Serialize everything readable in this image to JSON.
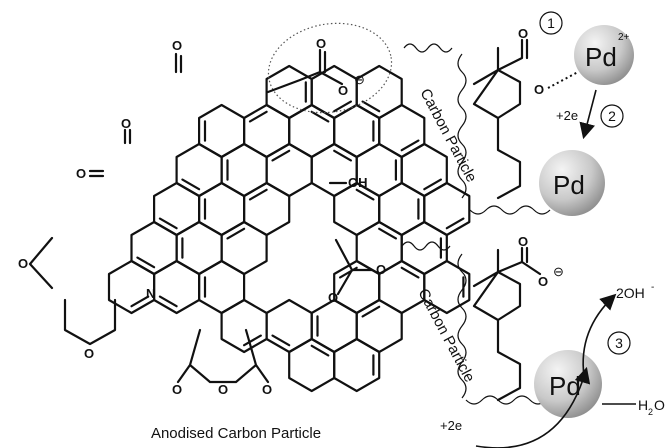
{
  "left_molecule": {
    "caption": "Anodised Carbon Particle",
    "atoms": {
      "o_ketone": "O",
      "oh": "OH",
      "n": "N",
      "o_ring": "O",
      "o_epoxide": "O",
      "o_minus": "O",
      "minus": "⊖"
    }
  },
  "mechanism": {
    "carbon_particle_label": "Carbon Particle",
    "pd_ion": "Pd",
    "pd_charge": "2+",
    "pd_metal": "Pd",
    "electrons": "+2e",
    "step1": "1",
    "step2": "2",
    "step3": "3",
    "hydroxide": "2OH",
    "hydroxide_charge": "-",
    "peroxide": "H",
    "peroxide_sub": "2",
    "peroxide_O": "O",
    "carboxylate_O1": "O",
    "carboxylate_O2": "O",
    "minus": "⊖"
  }
}
